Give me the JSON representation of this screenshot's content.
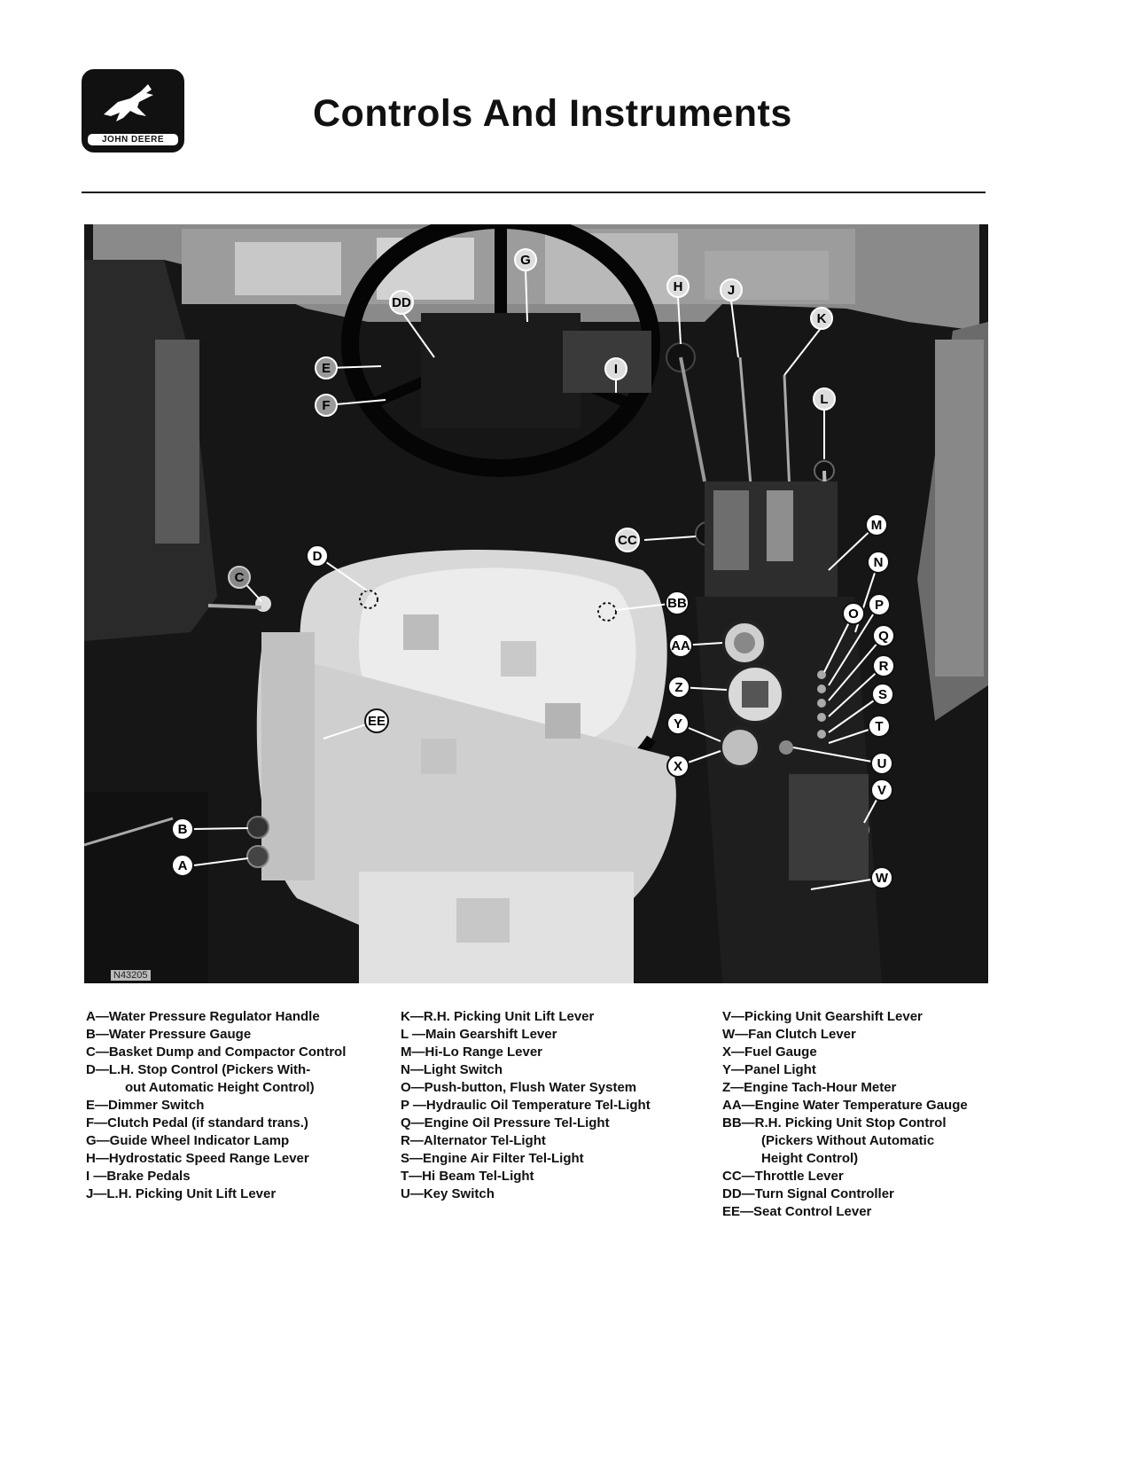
{
  "logo": {
    "label": "JOHN DEERE"
  },
  "title": "Controls And Instruments",
  "photo": {
    "plate_id": "N43205"
  },
  "callouts": [
    {
      "key": "G"
    },
    {
      "key": "H"
    },
    {
      "key": "J"
    },
    {
      "key": "K"
    },
    {
      "key": "DD"
    },
    {
      "key": "E"
    },
    {
      "key": "I"
    },
    {
      "key": "F"
    },
    {
      "key": "L"
    },
    {
      "key": "M"
    },
    {
      "key": "CC"
    },
    {
      "key": "D"
    },
    {
      "key": "N"
    },
    {
      "key": "C"
    },
    {
      "key": "O"
    },
    {
      "key": "P"
    },
    {
      "key": "BB"
    },
    {
      "key": "AA"
    },
    {
      "key": "Q"
    },
    {
      "key": "R"
    },
    {
      "key": "Z"
    },
    {
      "key": "S"
    },
    {
      "key": "Y"
    },
    {
      "key": "EE"
    },
    {
      "key": "T"
    },
    {
      "key": "X"
    },
    {
      "key": "U"
    },
    {
      "key": "V"
    },
    {
      "key": "B"
    },
    {
      "key": "A"
    },
    {
      "key": "W"
    }
  ],
  "legend": {
    "col1": [
      "A—Water Pressure Regulator Handle",
      "B—Water Pressure Gauge",
      "C—Basket Dump and Compactor Control",
      "D—L.H. Stop Control (Pickers With-",
      "out Automatic Height Control)",
      "E—Dimmer Switch",
      "F—Clutch Pedal (if standard trans.)",
      "G—Guide Wheel Indicator Lamp",
      "H—Hydrostatic Speed Range Lever",
      "I —Brake Pedals",
      "J—L.H. Picking Unit Lift Lever"
    ],
    "col2": [
      "K—R.H. Picking Unit Lift Lever",
      "L —Main Gearshift Lever",
      "M—Hi-Lo Range Lever",
      "N—Light Switch",
      "O—Push-button, Flush Water System",
      "P —Hydraulic Oil Temperature Tel-Light",
      "Q—Engine Oil Pressure Tel-Light",
      "R—Alternator Tel-Light",
      "S—Engine Air Filter Tel-Light",
      "T—Hi Beam Tel-Light",
      "U—Key Switch"
    ],
    "col3": [
      "V—Picking Unit Gearshift Lever",
      "W—Fan Clutch Lever",
      "X—Fuel Gauge",
      "Y—Panel Light",
      "Z—Engine Tach-Hour Meter",
      "AA—Engine Water Temperature Gauge",
      "BB—R.H. Picking Unit Stop Control",
      "(Pickers Without Automatic",
      "Height Control)",
      "CC—Throttle Lever",
      "DD—Turn Signal Controller",
      "EE—Seat Control Lever"
    ]
  }
}
